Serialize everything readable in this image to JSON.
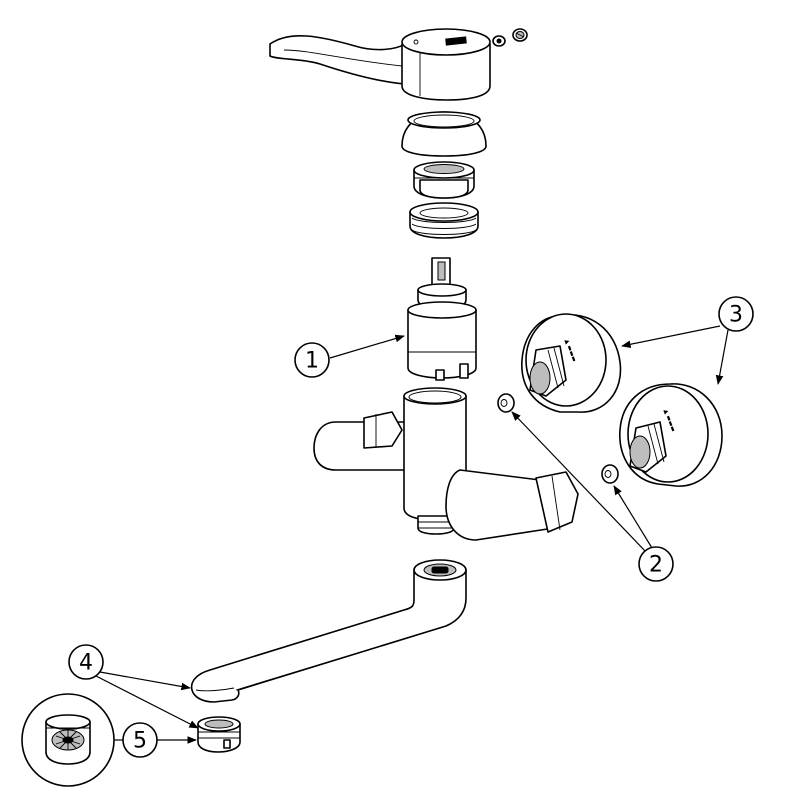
{
  "callouts": [
    {
      "id": "1",
      "label": "1"
    },
    {
      "id": "2",
      "label": "2"
    },
    {
      "id": "3",
      "label": "3"
    },
    {
      "id": "4",
      "label": "4"
    },
    {
      "id": "5",
      "label": "5"
    }
  ],
  "colors": {
    "line": "#000000",
    "fill": "#ffffff",
    "shade": "#bdbdbd"
  }
}
